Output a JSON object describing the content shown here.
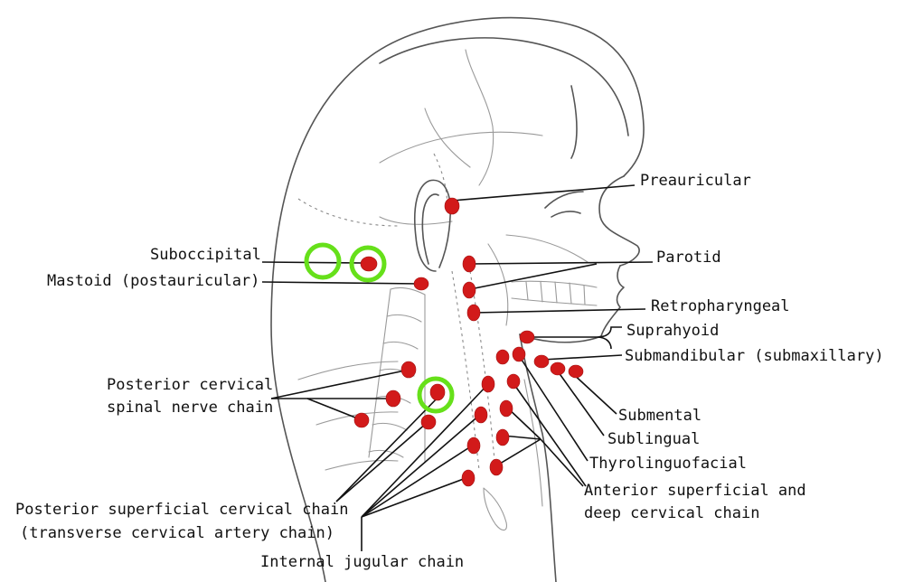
{
  "colors": {
    "node": "#d21a1a",
    "highlight": "#66e01a",
    "ink": "#111111"
  },
  "labels": {
    "preauricular": "Preauricular",
    "suboccipital": "Suboccipital",
    "mastoid": "Mastoid (postauricular)",
    "parotid": "Parotid",
    "retropharyngeal": "Retropharyngeal",
    "suprahyoid": "Suprahyoid",
    "submandibular": "Submandibular (submaxillary)",
    "posterior_cervical_1": "Posterior cervical",
    "posterior_cervical_2": "spinal nerve chain",
    "submental": "Submental",
    "sublingual": "Sublingual",
    "thyrolinguofacial": "Thyrolinguofacial",
    "anterior_superficial_1": "Anterior superficial and",
    "anterior_superficial_2": "deep cervical chain",
    "posterior_superficial_1": "Posterior superficial cervical chain",
    "posterior_superficial_2": "(transverse cervical artery chain)",
    "internal_jugular": "Internal jugular chain"
  }
}
